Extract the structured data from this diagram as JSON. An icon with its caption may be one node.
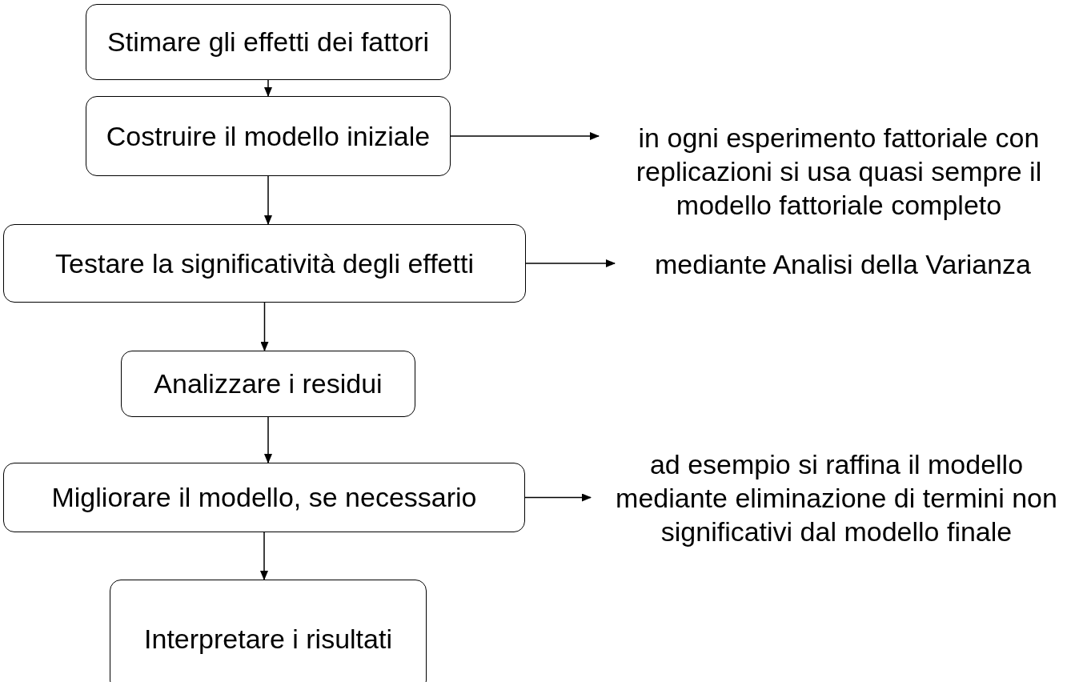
{
  "diagram": {
    "nodes": [
      {
        "text": [
          "Stimare gli effetti dei fattori"
        ]
      },
      {
        "text": [
          "Costruire il modello iniziale"
        ]
      },
      {
        "text": [
          "in ogni esperimento fattoriale con replicazioni si usa quasi sempre il modello fattoriale completo"
        ]
      },
      {
        "text": [
          "Testare la significatività degli effetti"
        ]
      },
      {
        "text": [
          "mediante Analisi della Varianza"
        ]
      },
      {
        "text": [
          "Analizzare i residui"
        ]
      },
      {
        "text": [
          "Migliorare il modello, se necessario"
        ]
      },
      {
        "text": [
          "ad esempio si raffina il modello mediante eliminazione di termini non significativi dal modello finale"
        ]
      },
      {
        "text": [
          "Interpretare i risultati"
        ]
      }
    ],
    "edges": [
      {
        "from": 0,
        "to": 1,
        "arrow": "to"
      },
      {
        "from": 1,
        "to": 3,
        "arrow": "to"
      },
      {
        "from": 3,
        "to": 5,
        "arrow": "to"
      },
      {
        "from": 5,
        "to": 6,
        "arrow": "to"
      },
      {
        "from": 6,
        "to": 8,
        "arrow": "to"
      },
      {
        "from": 1,
        "to": 2,
        "arrow": "to"
      },
      {
        "from": 3,
        "to": 4,
        "arrow": "to"
      },
      {
        "from": 6,
        "to": 7,
        "arrow": "to"
      }
    ]
  }
}
